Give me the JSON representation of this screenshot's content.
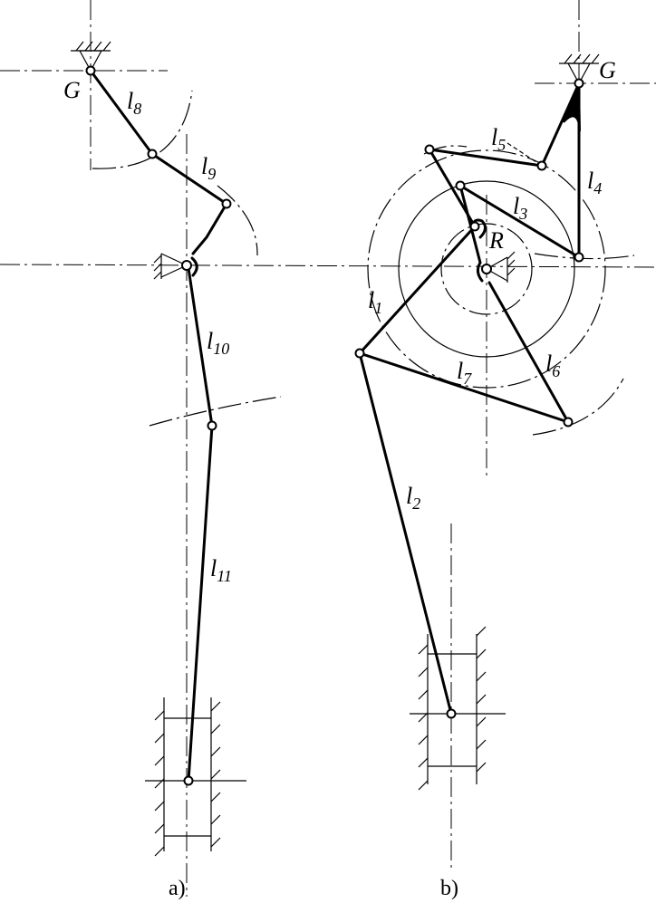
{
  "labels": {
    "left_ground": "G",
    "right_ground": "G",
    "pivot_r": "R",
    "l8": {
      "letter": "l",
      "index": "8"
    },
    "l9": {
      "letter": "l",
      "index": "9"
    },
    "l10": {
      "letter": "l",
      "index": "10"
    },
    "l11": {
      "letter": "l",
      "index": "11"
    },
    "l1": {
      "letter": "l",
      "index": "1"
    },
    "l2": {
      "letter": "l",
      "index": "2"
    },
    "l3": {
      "letter": "l",
      "index": "3"
    },
    "l4": {
      "letter": "l",
      "index": "4"
    },
    "l5": {
      "letter": "l",
      "index": "5"
    },
    "l6": {
      "letter": "l",
      "index": "6"
    },
    "l7": {
      "letter": "l",
      "index": "7"
    }
  },
  "captions": {
    "left": "a)",
    "right": "b)"
  }
}
